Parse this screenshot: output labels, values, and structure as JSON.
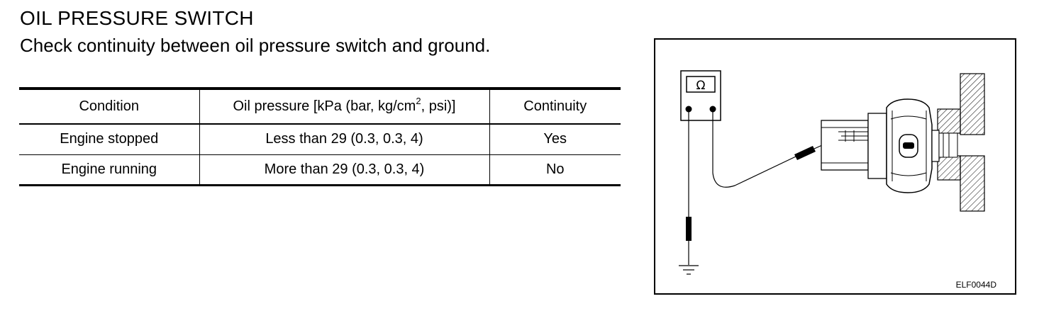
{
  "header": {
    "title": "OIL PRESSURE SWITCH",
    "instruction": "Check continuity between oil pressure switch and ground."
  },
  "table": {
    "headers": {
      "condition": "Condition",
      "pressure_prefix": "Oil pressure [kPa (bar, kg/cm",
      "pressure_sup": "2",
      "pressure_suffix": ", psi)]",
      "continuity": "Continuity"
    },
    "rows": [
      {
        "condition": "Engine stopped",
        "pressure": "Less than 29 (0.3, 0.3, 4)",
        "continuity": "Yes"
      },
      {
        "condition": "Engine running",
        "pressure": "More than 29 (0.3, 0.3, 4)",
        "continuity": "No"
      }
    ]
  },
  "figure": {
    "meter_symbol": "Ω",
    "code": "ELF0044D"
  }
}
